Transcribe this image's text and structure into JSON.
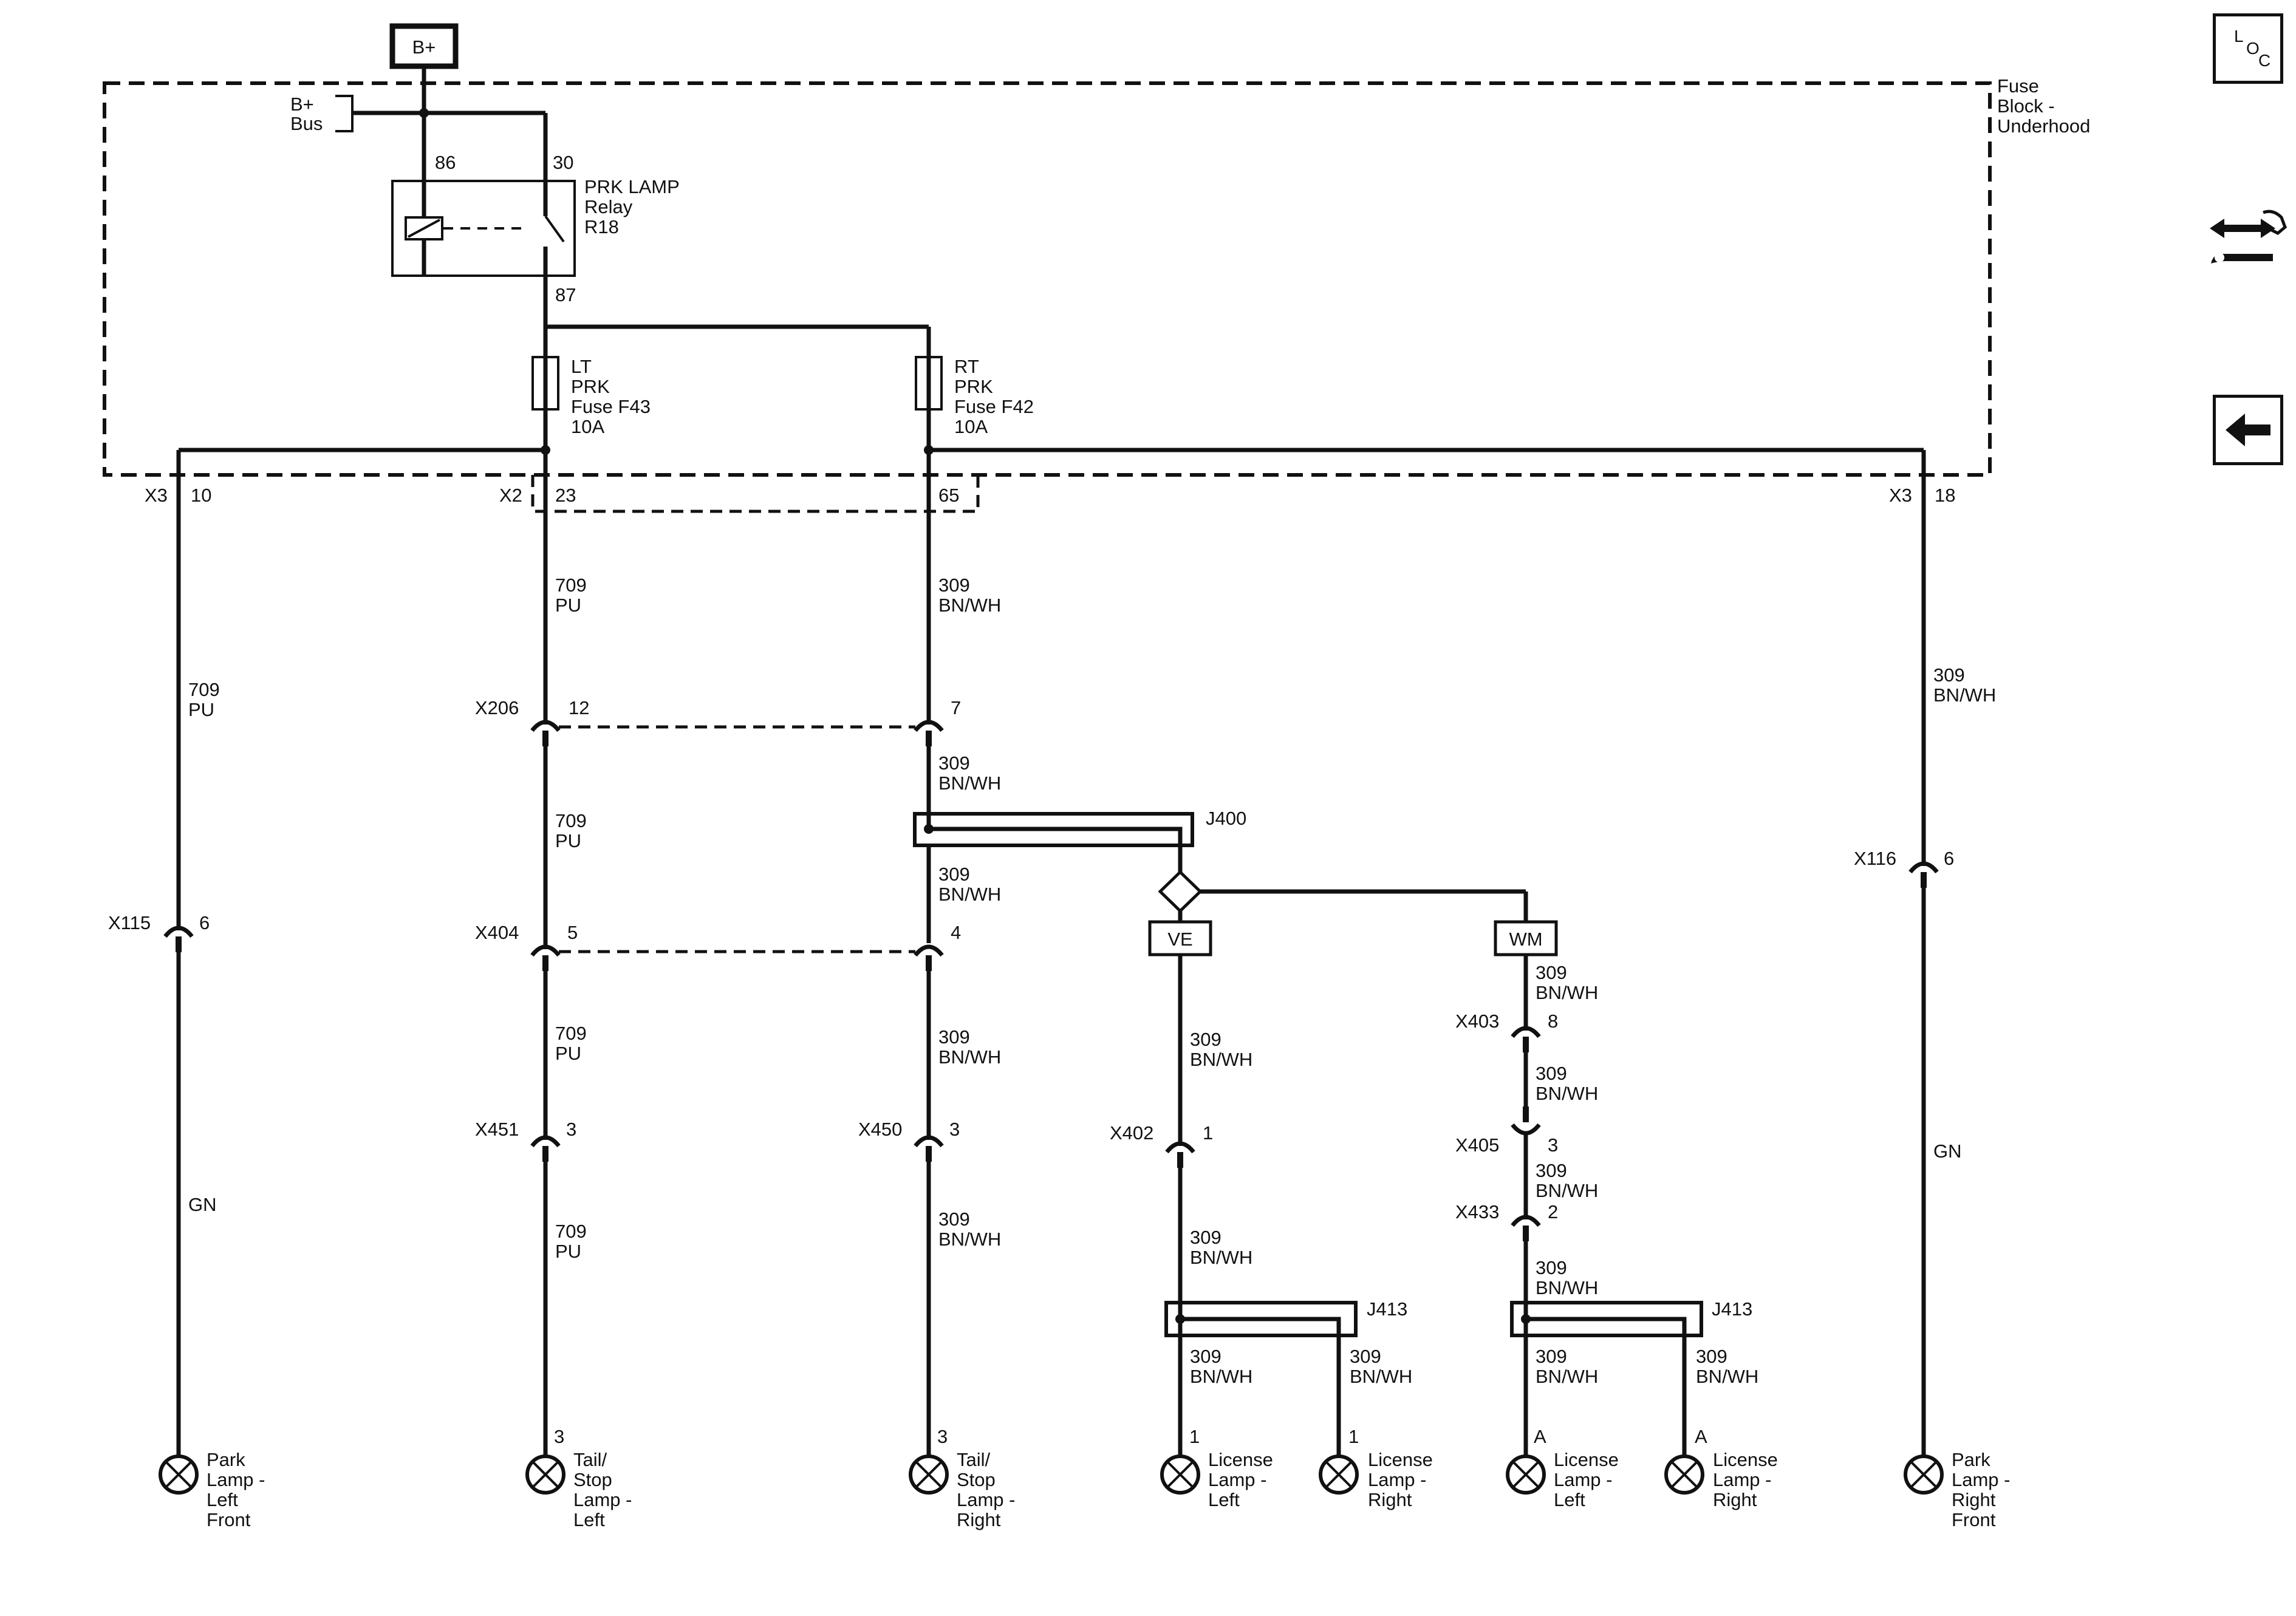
{
  "power_source": "B+",
  "bus": {
    "line1": "B+",
    "line2": "Bus"
  },
  "fuse_block": {
    "line1": "Fuse",
    "line2": "Block -",
    "line3": "Underhood"
  },
  "relay": {
    "name1": "PRK LAMP",
    "name2": "Relay",
    "name3": "R18",
    "pin86": "86",
    "pin30": "30",
    "pin87": "87"
  },
  "fuses": {
    "left": {
      "l1": "LT",
      "l2": "PRK",
      "l3": "Fuse F43",
      "l4": "10A"
    },
    "right": {
      "l1": "RT",
      "l2": "PRK",
      "l3": "Fuse F42",
      "l4": "10A"
    }
  },
  "connectors": {
    "x3_left": "X3",
    "x3_left_pin": "10",
    "x2": "X2",
    "x2_pin23": "23",
    "x2_pin65": "65",
    "x3_right": "X3",
    "x3_right_pin": "18",
    "x206": "X206",
    "x206_pin12": "12",
    "x206_pin7": "7",
    "x404": "X404",
    "x404_pin5": "5",
    "x404_pin4": "4",
    "x451": "X451",
    "x451_pin": "3",
    "x450": "X450",
    "x450_pin": "3",
    "x402": "X402",
    "x402_pin": "1",
    "x403": "X403",
    "x403_pin": "8",
    "x405": "X405",
    "x405_pin": "3",
    "x433": "X433",
    "x433_pin": "2",
    "x115": "X115",
    "x115_pin": "6",
    "x116": "X116",
    "x116_pin": "6"
  },
  "splices": {
    "j400": "J400",
    "j413_a": "J413",
    "j413_b": "J413"
  },
  "options": {
    "ve": "VE",
    "wm": "WM"
  },
  "wires": {
    "pu_num": "709",
    "pu_color": "PU",
    "bnwh_num": "309",
    "bnwh_color": "BN/WH",
    "gn": "GN"
  },
  "lamps": {
    "park_lf": {
      "l1": "Park",
      "l2": "Lamp -",
      "l3": "Left",
      "l4": "Front"
    },
    "tail_left": {
      "pin": "3",
      "l1": "Tail/",
      "l2": "Stop",
      "l3": "Lamp -",
      "l4": "Left"
    },
    "tail_right": {
      "pin": "3",
      "l1": "Tail/",
      "l2": "Stop",
      "l3": "Lamp -",
      "l4": "Right"
    },
    "lic_ve_left": {
      "pin": "1",
      "l1": "License",
      "l2": "Lamp -",
      "l3": "Left"
    },
    "lic_ve_right": {
      "pin": "1",
      "l1": "License",
      "l2": "Lamp -",
      "l3": "Right"
    },
    "lic_wm_left": {
      "pin": "A",
      "l1": "License",
      "l2": "Lamp -",
      "l3": "Left"
    },
    "lic_wm_right": {
      "pin": "A",
      "l1": "License",
      "l2": "Lamp -",
      "l3": "Right"
    },
    "park_rf": {
      "l1": "Park",
      "l2": "Lamp -",
      "l3": "Right",
      "l4": "Front"
    }
  },
  "nav": {
    "loc": {
      "l": "L",
      "o": "O",
      "c": "C"
    }
  }
}
